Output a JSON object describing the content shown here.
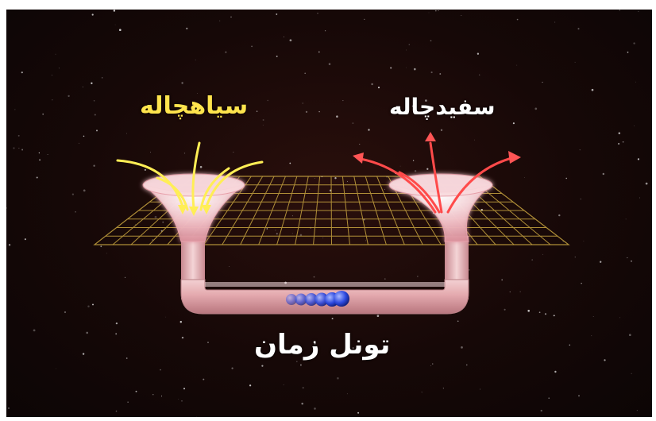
{
  "diagram": {
    "black_hole": {
      "label": "سیاهچاله",
      "color": "#ffe44d"
    },
    "white_hole": {
      "label": "سفیدچاله",
      "color": "#ffffff"
    },
    "tunnel": {
      "label": "تونل زمان",
      "color": "#ffffff"
    },
    "colors": {
      "space_background": "#140807",
      "grid": "#c9a640",
      "tube": "#e7b8b9",
      "tube_edge": "#b98086",
      "infall_arrows": "#ffee55",
      "outflow_arrows": "#ff4a4a",
      "particles": "#2f4fe0"
    },
    "icons": [
      "black-hole-funnel",
      "white-hole-funnel",
      "particle-beads"
    ]
  }
}
